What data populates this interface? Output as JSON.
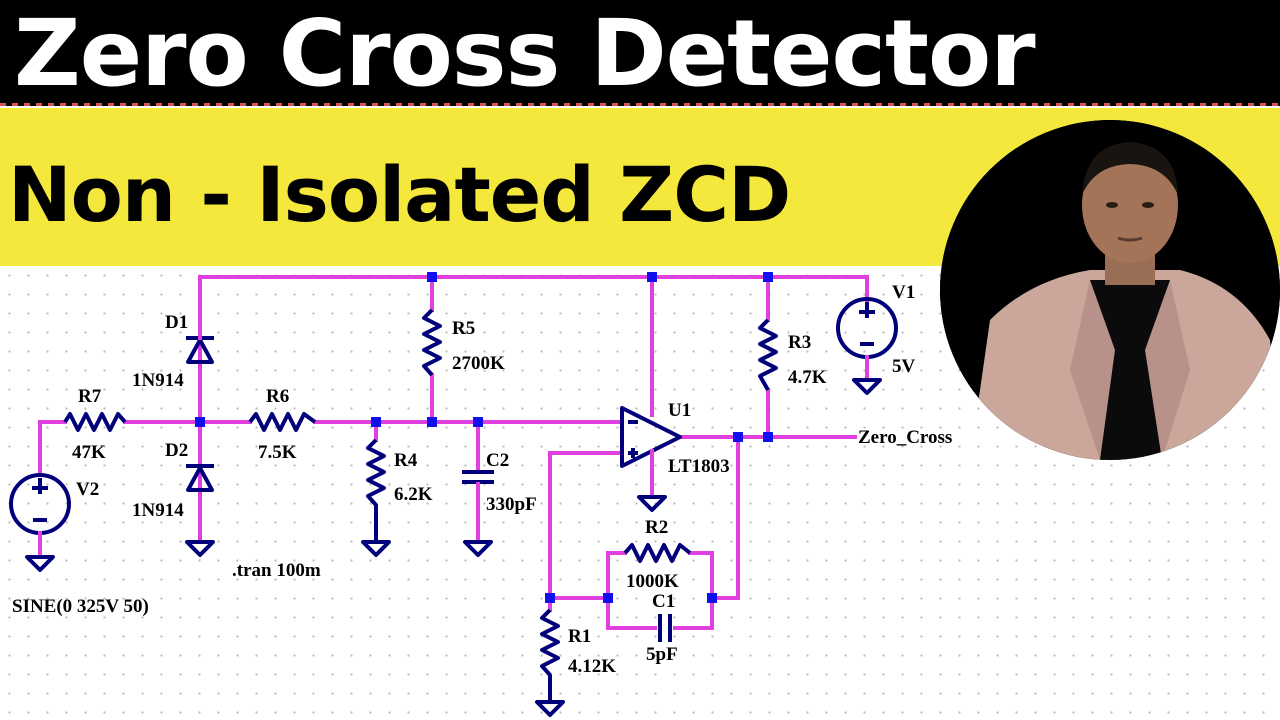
{
  "title": "Zero Cross Detector",
  "subtitle": "Non - Isolated ZCD",
  "schematic": {
    "components": {
      "d1": {
        "ref": "D1",
        "value": "1N914"
      },
      "d2": {
        "ref": "D2",
        "value": "1N914"
      },
      "r7": {
        "ref": "R7",
        "value": "47K"
      },
      "r6": {
        "ref": "R6",
        "value": "7.5K"
      },
      "r5": {
        "ref": "R5",
        "value": "2700K"
      },
      "r4": {
        "ref": "R4",
        "value": "6.2K"
      },
      "c2": {
        "ref": "C2",
        "value": "330pF"
      },
      "r3": {
        "ref": "R3",
        "value": "4.7K"
      },
      "v1": {
        "ref": "V1",
        "value": "5V"
      },
      "v2": {
        "ref": "V2",
        "value": "SINE(0 325V 50)"
      },
      "u1": {
        "ref": "U1",
        "value": "LT1803"
      },
      "r2": {
        "ref": "R2",
        "value": "1000K"
      },
      "c1": {
        "ref": "C1",
        "value": "5pF"
      },
      "r1": {
        "ref": "R1",
        "value": "4.12K"
      }
    },
    "directive": ".tran 100m",
    "output_net": "Zero_Cross"
  },
  "colors": {
    "title_bg": "#000000",
    "subtitle_bg": "#f5e83c",
    "wire": "#e040e0",
    "component": "#00007a",
    "node": "#1010ee"
  }
}
